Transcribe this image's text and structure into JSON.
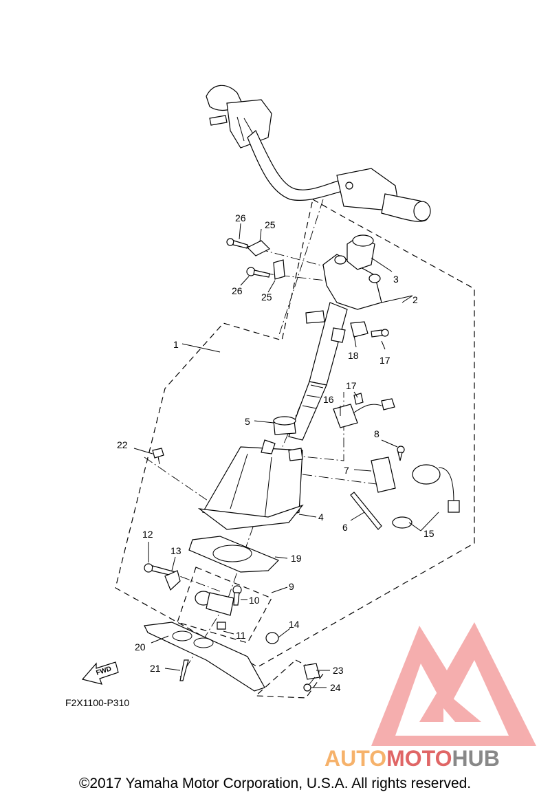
{
  "figure_code": "F2X1100-P310",
  "fwd_arrow_label": "FWD",
  "callouts": [
    "1",
    "2",
    "3",
    "4",
    "5",
    "6",
    "7",
    "8",
    "9",
    "10",
    "11",
    "12",
    "13",
    "14",
    "15",
    "16",
    "17",
    "17",
    "18",
    "19",
    "20",
    "21",
    "22",
    "23",
    "24",
    "25",
    "25",
    "26",
    "26"
  ],
  "watermark": {
    "word_auto": "AUTO",
    "word_moto": "MOTO",
    "word_hub": "HUB",
    "colors": {
      "logo": "#f08080",
      "auto": "#f6b26b",
      "moto": "#e06666",
      "hub": "#888888"
    }
  },
  "copyright": "©2017 Yamaha Motor Corporation, U.S.A. All rights reserved."
}
